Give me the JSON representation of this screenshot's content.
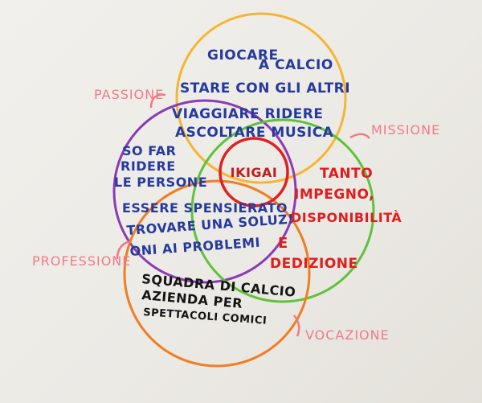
{
  "diagram": {
    "center": "IKIGAI",
    "outer_labels": {
      "passion": "PASSIONE",
      "mission": "MISSIONE",
      "profession": "PROFESSIONE",
      "vocation": "VOCAZIONE"
    },
    "love": {
      "line1": "GIOCARE",
      "line2": "A CALCIO",
      "line3": "STARE CON GLI ALTRI",
      "line4": "VIAGGIARE RIDERE",
      "line5": "ASCOLTARE MUSICA"
    },
    "good_at": {
      "line1": "SO FAR",
      "line2": "RIDERE",
      "line3": "LE PERSONE",
      "line4": "ESSERE SPENSIERATO",
      "line5": "TROVARE UNA SOLUZ!",
      "line6": "ONI AI PROBLEMI"
    },
    "world_needs": {
      "line1": "TANTO",
      "line2": "IMPEGNO,",
      "line3": "DISPONIBILITÀ",
      "line4": "E",
      "line5": "DEDIZIONE"
    },
    "paid_for": {
      "line1": "SQUADRA DI CALCIO",
      "line2": "AZIENDA PER",
      "line3": "SPETTACOLI COMICI"
    },
    "colors": {
      "love_circle": "#f5b531",
      "good_circle": "#8a3bb5",
      "world_circle": "#5fc23a",
      "paid_circle": "#f07d22",
      "center_circle": "#e02020",
      "label_pink": "#f07a86",
      "blue_text": "#263a9e",
      "red_text": "#e01d1d"
    }
  }
}
